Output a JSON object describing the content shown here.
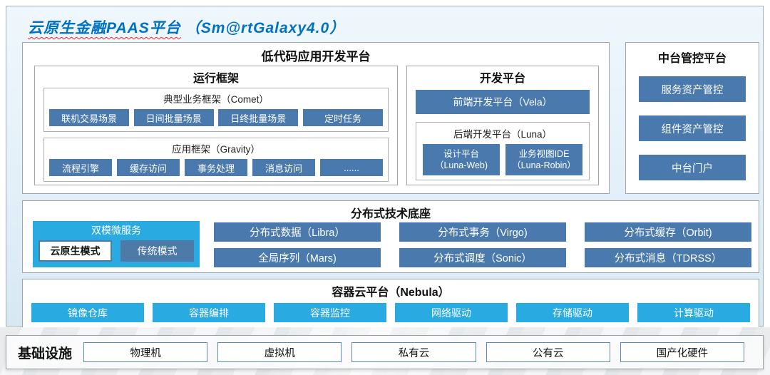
{
  "title": {
    "main": "云原生金融PAAS平台",
    "suffix": "（Sm@rtGalaxy4.0）"
  },
  "colors": {
    "steel_blue": "#4a7aad",
    "cyan": "#29abe2",
    "title_blue": "#0070c0"
  },
  "low_code": {
    "title": "低代码应用开发平台",
    "runtime": {
      "title": "运行框架",
      "comet": {
        "title": "典型业务框架（Comet）",
        "items": [
          "联机交易场景",
          "日间批量场景",
          "日终批量场景",
          "定时任务"
        ]
      },
      "gravity": {
        "title": "应用框架（Gravity）",
        "items": [
          "流程引擎",
          "缓存访问",
          "事务处理",
          "消息访问",
          "......"
        ]
      }
    },
    "dev": {
      "title": "开发平台",
      "vela_label": "前端开发平台（Vela）",
      "luna": {
        "title": "后端开发平台（Luna）",
        "items": [
          {
            "line1": "设计平台",
            "line2": "（Luna-Web)"
          },
          {
            "line1": "业务视图IDE",
            "line2": "（Luna-Robin）"
          }
        ]
      }
    }
  },
  "mid_platform": {
    "title": "中台管控平台",
    "items": [
      "服务资产管控",
      "组件资产管控",
      "中台门户"
    ]
  },
  "distributed": {
    "title": "分布式技术底座",
    "dual_mode": {
      "title": "双模微服务",
      "cloud_native": "云原生模式",
      "traditional": "传统模式"
    },
    "row1": [
      "分布式数据（Libra）",
      "分布式事务（Virgo)",
      "分布式缓存（Orbit)"
    ],
    "row2": [
      "全局序列（Mars)",
      "分布式调度（Sonic）",
      "分布式消息（TDRSS）"
    ]
  },
  "container_cloud": {
    "title": "容器云平台（Nebula）",
    "items": [
      "镜像仓库",
      "容器编排",
      "容器监控",
      "网络驱动",
      "存储驱动",
      "计算驱动"
    ]
  },
  "infrastructure": {
    "title": "基础设施",
    "items": [
      "物理机",
      "虚拟机",
      "私有云",
      "公有云",
      "国产化硬件"
    ]
  }
}
